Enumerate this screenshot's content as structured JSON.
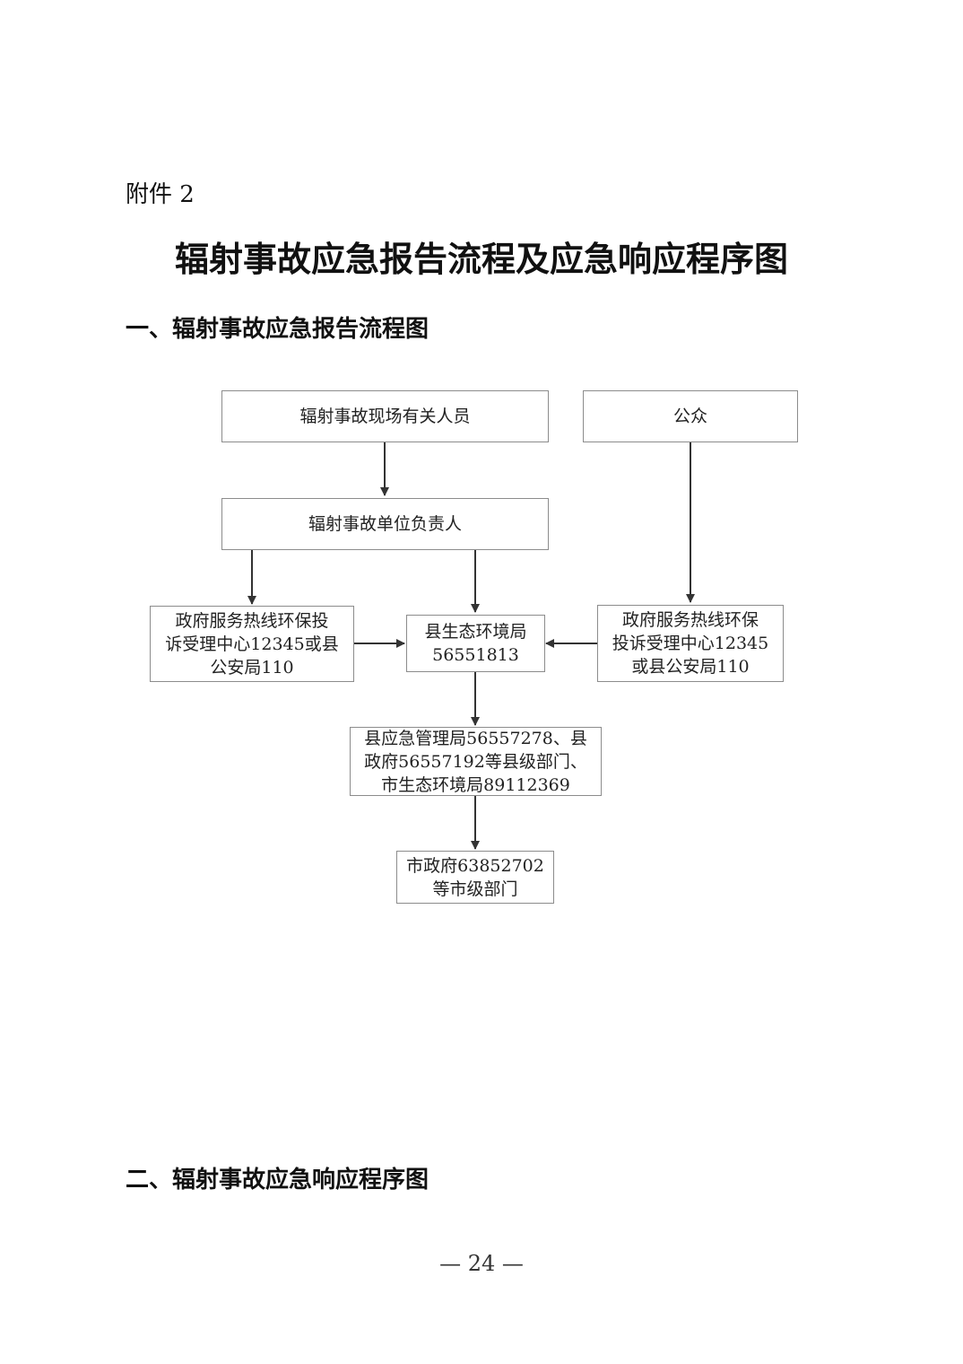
{
  "header": {
    "attachment": "附件 2",
    "title": "辐射事故应急报告流程及应急响应程序图"
  },
  "sections": {
    "report_flow": "一、辐射事故应急报告流程图",
    "response_flow": "二、辐射事故应急响应程序图"
  },
  "flowchart": {
    "scene_personnel": "辐射事故现场有关人员",
    "public": "公众",
    "unit_leader": "辐射事故单位负责人",
    "hotline_left": "政府服务热线环保投\n诉受理中心12345或县\n公安局110",
    "county_eco": "县生态环境局\n56551813",
    "hotline_right": "政府服务热线环保\n投诉受理中心12345\n或县公安局110",
    "county_departments": "县应急管理局56557278、县\n政府56557192等县级部门、\n市生态环境局89112369",
    "city_government": "市政府63852702\n等市级部门"
  },
  "footer": {
    "page_number": "— 24 —"
  }
}
